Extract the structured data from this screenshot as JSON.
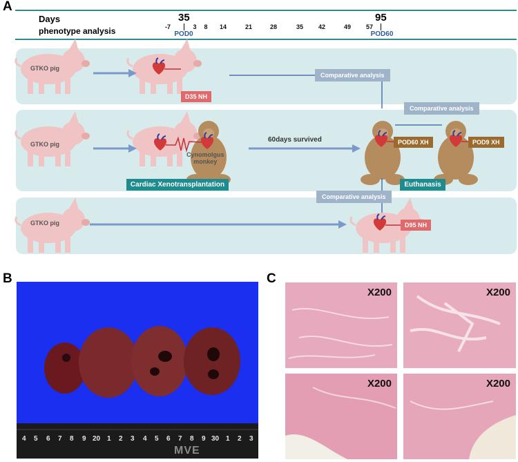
{
  "panels": {
    "a": "A",
    "b": "B",
    "c": "C"
  },
  "timeline": {
    "days_label": "Days",
    "phenotype_label": "phenotype analysis",
    "big_ticks": [
      "35",
      "95"
    ],
    "ticks": [
      "-7",
      "3",
      "8",
      "14",
      "21",
      "28",
      "35",
      "42",
      "49",
      "57"
    ],
    "pod_labels": [
      "POD0",
      "POD60"
    ]
  },
  "rows": {
    "gtko_label": "GTKO pig",
    "d35": "D35 NH",
    "d95": "D95 NH",
    "pod60": "POD60 XH",
    "pod9": "POD9 XH",
    "comparative": "Comparative analysis",
    "survived": "60days survived",
    "monkey": "Cynomolgus\nmonkey",
    "cardiac": "Cardiac Xenotransplantation",
    "euthanasis": "Euthanasis"
  },
  "photo_b": {
    "ruler_numbers": [
      "4",
      "5",
      "6",
      "7",
      "8",
      "9",
      "20",
      "1",
      "2",
      "3",
      "4",
      "5",
      "6",
      "7",
      "8",
      "9",
      "30",
      "1",
      "2",
      "3"
    ],
    "watermark": "MVE"
  },
  "photo_c": {
    "magnification": "X200"
  },
  "colors": {
    "teal": "#1e8b8f",
    "row_bg": "#d7ebec",
    "pig": "#f0c4c4",
    "monkey": "#b58c5d",
    "nh_tag": "#e0696c",
    "xh_tag": "#9a6a2e"
  }
}
